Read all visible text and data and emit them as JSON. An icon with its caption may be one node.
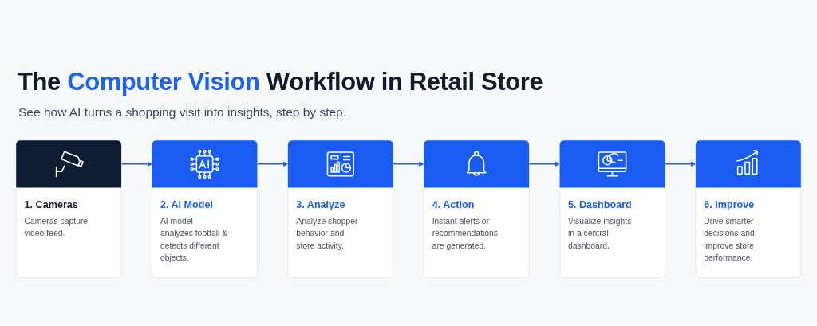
{
  "diagram": {
    "title": "The Computer Vision Workflow in Retail Store",
    "nodes": [
      {
        "text": [
          "1. Cameras",
          "Cameras capture video feed."
        ]
      },
      {
        "text": [
          "2. AI Model",
          "AI model analyzes footfall & detects different objects."
        ]
      },
      {
        "text": [
          "3. Analyze",
          "Analyze shopper behavior and store activity."
        ]
      },
      {
        "text": [
          "4. Action",
          "Instant alerts or recommendations are generated."
        ]
      },
      {
        "text": [
          "5. Dashboard",
          "Visualize insights in a central dashboard."
        ]
      },
      {
        "text": [
          "6. Improve",
          "Drive smarter decisions and improve store performance."
        ]
      }
    ],
    "edges": [
      {
        "from": 0,
        "to": 1,
        "arrow": "to"
      },
      {
        "from": 1,
        "to": 2,
        "arrow": "to"
      },
      {
        "from": 2,
        "to": 3,
        "arrow": "to"
      },
      {
        "from": 3,
        "to": 4,
        "arrow": "to"
      },
      {
        "from": 4,
        "to": 5,
        "arrow": "to"
      }
    ],
    "labels": [
      "See how AI turns a shopping visit into insights, step by step."
    ]
  }
}
